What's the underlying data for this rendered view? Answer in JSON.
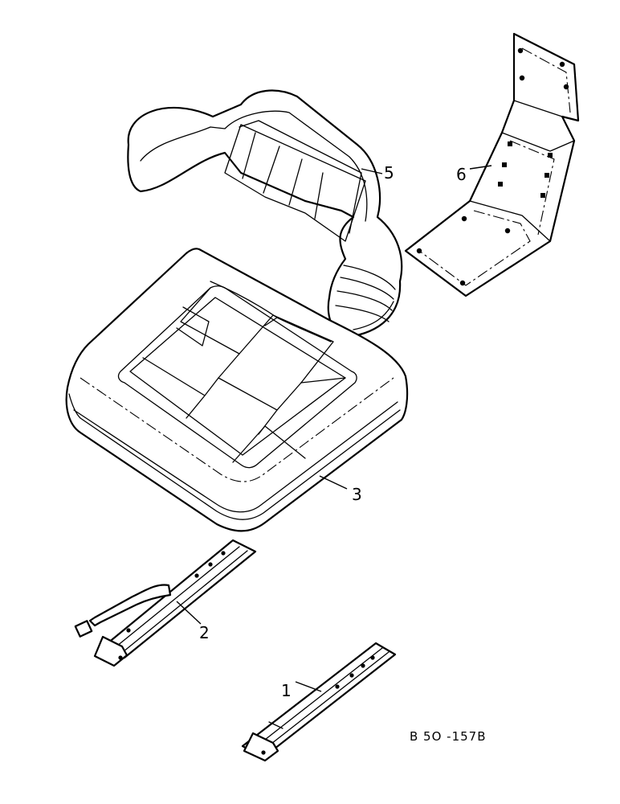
{
  "callouts": {
    "backrest": "5",
    "bracket": "6",
    "cushion": "3",
    "slide_rail_with_lever": "2",
    "slide_rail": "1"
  },
  "reference_code": "B 5O -157B"
}
